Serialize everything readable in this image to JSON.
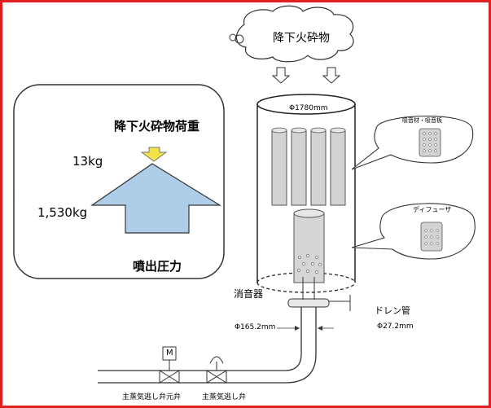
{
  "cloud": {
    "label": "降下火砕物"
  },
  "load_panel": {
    "title": "降下火砕物荷重",
    "load_value": "13kg",
    "pressure_value": "1,530kg",
    "pressure_label": "噴出圧力"
  },
  "silencer": {
    "diameter_top": "Φ1780mm",
    "label": "消音器",
    "bubble_top": "吸音材・吸音板",
    "bubble_bottom": "ディフューザ"
  },
  "drain": {
    "label": "ドレン管",
    "diameter": "Φ27.2mm"
  },
  "pipe": {
    "diameter": "Φ165.2mm"
  },
  "valves": {
    "motor_label": "M",
    "valve1_label": "主蒸気逃し弁元弁",
    "valve2_label": "主蒸気逃し弁"
  },
  "colors": {
    "frame": "#e02020",
    "arrow_down": "#f2e24a",
    "arrow_up": "#aecde8",
    "cylinder": "#d3d3d3"
  }
}
